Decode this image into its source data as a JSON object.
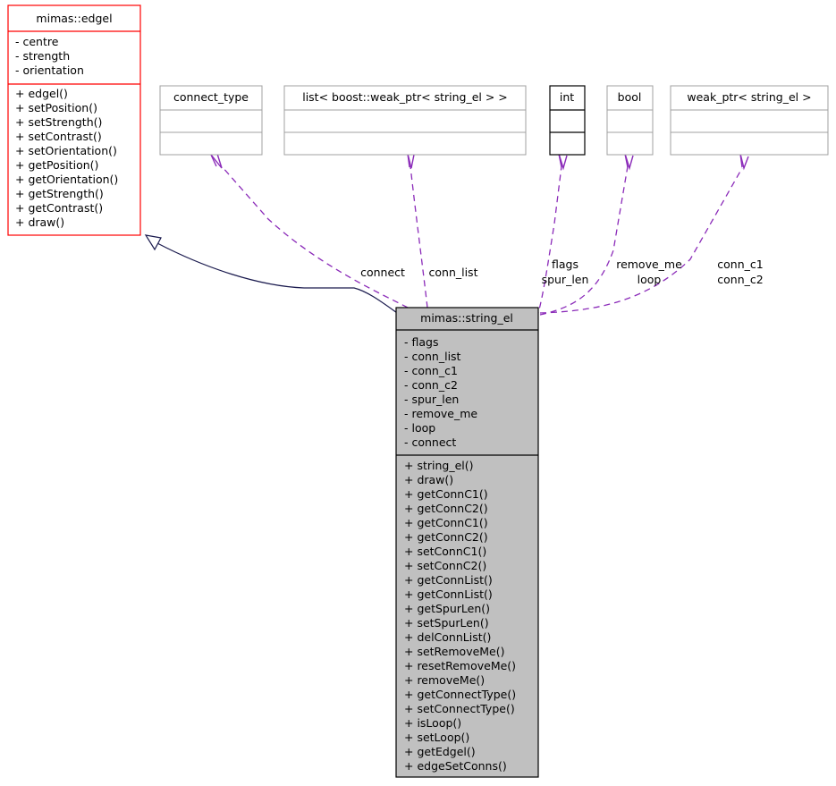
{
  "diagram": {
    "kind": "uml-class-collaboration-diagram",
    "background": "#ffffff",
    "colors": {
      "focus_border": "#ff0000",
      "node_border": "#a0a0a0",
      "node_border_strong": "#000000",
      "selected_fill": "#c0c0c0",
      "dependency": "#8b2bb9",
      "inheritance": "#1a1a4e",
      "text": "#000000",
      "node_fill": "#ffffff"
    }
  },
  "classes": {
    "edgel": {
      "name": "mimas::edgel",
      "border": "red",
      "fill": "#ffffff",
      "attributes": [
        "- centre",
        "- strength",
        "- orientation"
      ],
      "methods": [
        "+ edgel()",
        "+ setPosition()",
        "+ setStrength()",
        "+ setContrast()",
        "+ setOrientation()",
        "+ getPosition()",
        "+ getOrientation()",
        "+ getStrength()",
        "+ getContrast()",
        "+ draw()"
      ]
    },
    "string_el": {
      "name": "mimas::string_el",
      "border": "black",
      "fill": "#c0c0c0",
      "attributes": [
        "- flags",
        "- conn_list",
        "- conn_c1",
        "- conn_c2",
        "- spur_len",
        "- remove_me",
        "- loop",
        "- connect"
      ],
      "methods": [
        "+ string_el()",
        "+ draw()",
        "+ getConnC1()",
        "+ getConnC2()",
        "+ getConnC1()",
        "+ getConnC2()",
        "+ setConnC1()",
        "+ setConnC2()",
        "+ getConnList()",
        "+ getConnList()",
        "+ getSpurLen()",
        "+ setSpurLen()",
        "+ delConnList()",
        "+ setRemoveMe()",
        "+ resetRemoveMe()",
        "+ removeMe()",
        "+ getConnectType()",
        "+ setConnectType()",
        "+ isLoop()",
        "+ setLoop()",
        "+ getEdgel()",
        "+ edgeSetConns()"
      ]
    }
  },
  "type_nodes": [
    {
      "id": "connect_type",
      "name": "connect_type",
      "border": "gray"
    },
    {
      "id": "list_weak_ptr",
      "name": "list< boost::weak_ptr< string_el > >",
      "border": "gray"
    },
    {
      "id": "int",
      "name": "int",
      "border": "black"
    },
    {
      "id": "bool",
      "name": "bool",
      "border": "gray"
    },
    {
      "id": "weak_ptr",
      "name": "weak_ptr< string_el >",
      "border": "gray"
    }
  ],
  "edge_labels": {
    "connect": "connect",
    "conn_list": "conn_list",
    "flags": "flags",
    "spur_len": "spur_len",
    "remove_me": "remove_me",
    "loop": "loop",
    "conn_c1": "conn_c1",
    "conn_c2": "conn_c2"
  },
  "relations": [
    {
      "from": "string_el",
      "to": "edgel",
      "type": "inheritance",
      "label": ""
    },
    {
      "from": "string_el",
      "to": "connect_type",
      "type": "usage",
      "label": "connect"
    },
    {
      "from": "string_el",
      "to": "list_weak_ptr",
      "type": "usage",
      "label": "conn_list"
    },
    {
      "from": "string_el",
      "to": "int",
      "type": "usage",
      "label": "flags\nspur_len"
    },
    {
      "from": "string_el",
      "to": "bool",
      "type": "usage",
      "label": "remove_me\nloop"
    },
    {
      "from": "string_el",
      "to": "weak_ptr",
      "type": "usage",
      "label": "conn_c1\nconn_c2"
    }
  ]
}
